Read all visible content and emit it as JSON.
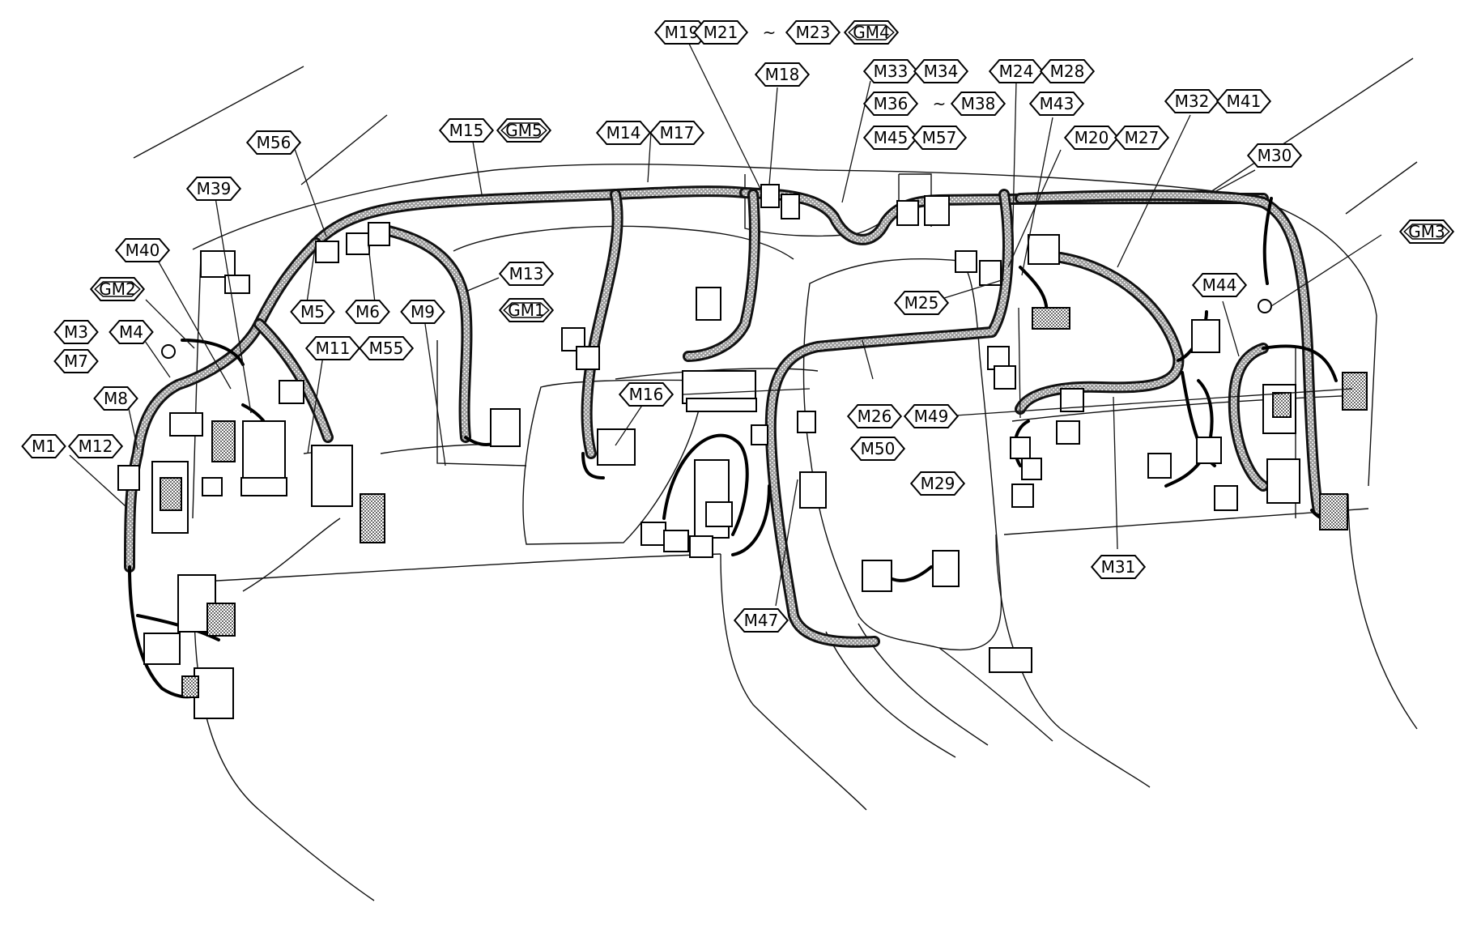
{
  "colors": {
    "line": "#000000",
    "background": "#ffffff",
    "harness_texture": "#9a9a9a"
  },
  "labels": [
    {
      "text": "M19",
      "ground": false
    },
    {
      "text": "M21",
      "ground": false
    },
    {
      "text": "~",
      "ground": false
    },
    {
      "text": "M23",
      "ground": false
    },
    {
      "text": "GM4",
      "ground": true
    },
    {
      "text": "M18",
      "ground": false
    },
    {
      "text": "M33",
      "ground": false
    },
    {
      "text": "M34",
      "ground": false
    },
    {
      "text": "M36",
      "ground": false
    },
    {
      "text": "~",
      "ground": false
    },
    {
      "text": "M38",
      "ground": false
    },
    {
      "text": "M45",
      "ground": false
    },
    {
      "text": "M57",
      "ground": false
    },
    {
      "text": "M24",
      "ground": false
    },
    {
      "text": "M28",
      "ground": false
    },
    {
      "text": "M43",
      "ground": false
    },
    {
      "text": "M20",
      "ground": false
    },
    {
      "text": "M27",
      "ground": false
    },
    {
      "text": "M32",
      "ground": false
    },
    {
      "text": "M41",
      "ground": false
    },
    {
      "text": "M30",
      "ground": false
    },
    {
      "text": "GM3",
      "ground": true
    },
    {
      "text": "M44",
      "ground": false
    },
    {
      "text": "M25",
      "ground": false
    },
    {
      "text": "M26",
      "ground": false
    },
    {
      "text": "M49",
      "ground": false
    },
    {
      "text": "M50",
      "ground": false
    },
    {
      "text": "M29",
      "ground": false
    },
    {
      "text": "M31",
      "ground": false
    },
    {
      "text": "M47",
      "ground": false
    },
    {
      "text": "M16",
      "ground": false
    },
    {
      "text": "M15",
      "ground": false
    },
    {
      "text": "GM5",
      "ground": true
    },
    {
      "text": "M14",
      "ground": false
    },
    {
      "text": "M17",
      "ground": false
    },
    {
      "text": "M13",
      "ground": false
    },
    {
      "text": "GM1",
      "ground": true
    },
    {
      "text": "M56",
      "ground": false
    },
    {
      "text": "M39",
      "ground": false
    },
    {
      "text": "M40",
      "ground": false
    },
    {
      "text": "GM2",
      "ground": true
    },
    {
      "text": "M3",
      "ground": false
    },
    {
      "text": "M4",
      "ground": false
    },
    {
      "text": "M7",
      "ground": false
    },
    {
      "text": "M8",
      "ground": false
    },
    {
      "text": "M1",
      "ground": false
    },
    {
      "text": "M12",
      "ground": false
    },
    {
      "text": "M5",
      "ground": false
    },
    {
      "text": "M6",
      "ground": false
    },
    {
      "text": "M9",
      "ground": false
    },
    {
      "text": "M11",
      "ground": false
    },
    {
      "text": "M55",
      "ground": false
    }
  ]
}
